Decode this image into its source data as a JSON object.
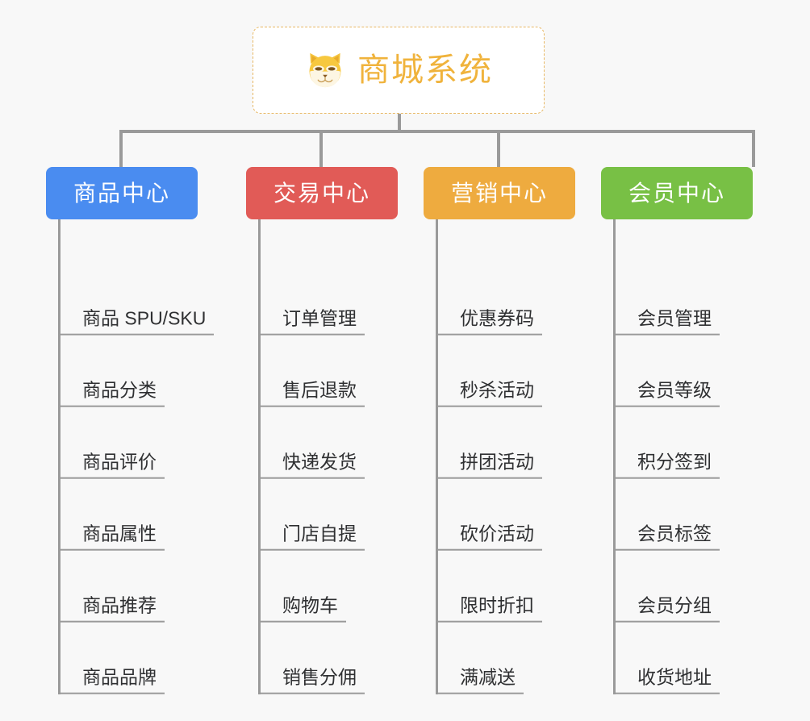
{
  "canvas": {
    "background": "#f8f8f8",
    "line_color": "#9a9a9a"
  },
  "root": {
    "title": "商城系统",
    "icon": "shiba-dog-face-icon",
    "text_color": "#f0b33c",
    "border_color": "#e8b864",
    "background": "#ffffff"
  },
  "categories": [
    {
      "label": "商品中心",
      "color": "#4a8cf0",
      "items": [
        "商品 SPU/SKU",
        "商品分类",
        "商品评价",
        "商品属性",
        "商品推荐",
        "商品品牌"
      ]
    },
    {
      "label": "交易中心",
      "color": "#e15b57",
      "items": [
        "订单管理",
        "售后退款",
        "快递发货",
        "门店自提",
        "购物车",
        "销售分佣"
      ]
    },
    {
      "label": "营销中心",
      "color": "#eeab3f",
      "items": [
        "优惠券码",
        "秒杀活动",
        "拼团活动",
        "砍价活动",
        "限时折扣",
        "满减送"
      ]
    },
    {
      "label": "会员中心",
      "color": "#78c045",
      "items": [
        "会员管理",
        "会员等级",
        "积分签到",
        "会员标签",
        "会员分组",
        "收货地址"
      ]
    }
  ]
}
